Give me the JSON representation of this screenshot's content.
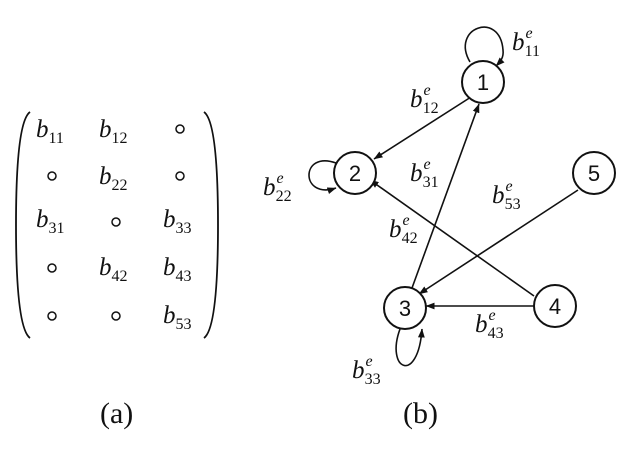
{
  "matrix": {
    "rows": [
      [
        {
          "base": "b",
          "sub": "11"
        },
        {
          "base": "b",
          "sub": "12"
        },
        {
          "zero": true
        }
      ],
      [
        {
          "zero": true
        },
        {
          "base": "b",
          "sub": "22"
        },
        {
          "zero": true
        }
      ],
      [
        {
          "base": "b",
          "sub": "31"
        },
        {
          "zero": true
        },
        {
          "base": "b",
          "sub": "33"
        }
      ],
      [
        {
          "zero": true
        },
        {
          "base": "b",
          "sub": "42"
        },
        {
          "base": "b",
          "sub": "43"
        }
      ],
      [
        {
          "zero": true
        },
        {
          "zero": true
        },
        {
          "base": "b",
          "sub": "53"
        }
      ]
    ],
    "caption": "(a)"
  },
  "graph": {
    "caption": "(b)",
    "nodes": [
      "1",
      "2",
      "3",
      "4",
      "5"
    ],
    "edge_labels": {
      "b11": {
        "base": "b",
        "sup": "e",
        "sub": "11"
      },
      "b12": {
        "base": "b",
        "sup": "e",
        "sub": "12"
      },
      "b22": {
        "base": "b",
        "sup": "e",
        "sub": "22"
      },
      "b31": {
        "base": "b",
        "sup": "e",
        "sub": "31"
      },
      "b42": {
        "base": "b",
        "sup": "e",
        "sub": "42"
      },
      "b53": {
        "base": "b",
        "sup": "e",
        "sub": "53"
      },
      "b43": {
        "base": "b",
        "sup": "e",
        "sub": "43"
      },
      "b33": {
        "base": "b",
        "sup": "e",
        "sub": "33"
      }
    }
  }
}
